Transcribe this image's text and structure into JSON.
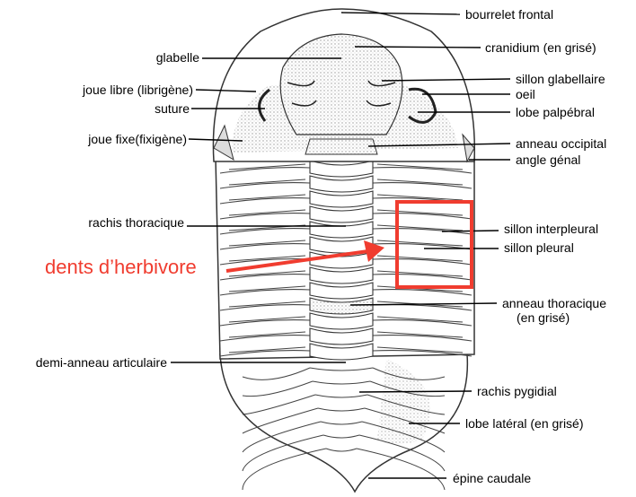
{
  "labels": {
    "bourrelet_frontal": "bourrelet frontal",
    "cranidium": "cranidium (en grisé)",
    "glabelle": "glabelle",
    "sillon_glabellaire": "sillon glabellaire",
    "joue_libre": "joue libre (librigène)",
    "oeil": "oeil",
    "suture": "suture",
    "lobe_palpebral": "lobe palpébral",
    "joue_fixe": "joue fixe(fixigène)",
    "anneau_occipital": "anneau occipital",
    "angle_genal": "angle génal",
    "rachis_thoracique": "rachis thoracique",
    "sillon_interpleural": "sillon interpleural",
    "sillon_pleural": "sillon pleural",
    "anneau_thoracique": "anneau thoracique",
    "anneau_thoracique_2": "(en grisé)",
    "demi_anneau": "demi-anneau articulaire",
    "rachis_pygidial": "rachis pygidial",
    "lobe_lateral": "lobe latéral (en grisé)",
    "epine_caudale": "épine caudale"
  },
  "annotation": {
    "text": "dents d’herbivore",
    "color": "#f03c2f"
  }
}
